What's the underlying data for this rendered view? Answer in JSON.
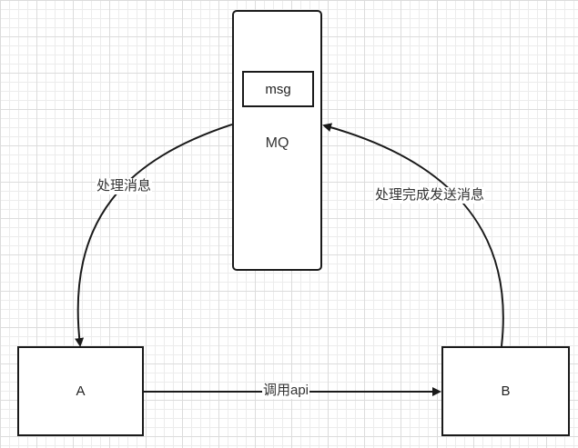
{
  "nodes": {
    "mq": {
      "label": "MQ",
      "inner": "msg"
    },
    "a": {
      "label": "A"
    },
    "b": {
      "label": "B"
    }
  },
  "edges": {
    "mq_to_a": "处理消息",
    "b_to_mq": "处理完成发送消息",
    "a_to_b": "调用api"
  },
  "colors": {
    "stroke": "#1a1a1a",
    "grid": "#ececec"
  }
}
